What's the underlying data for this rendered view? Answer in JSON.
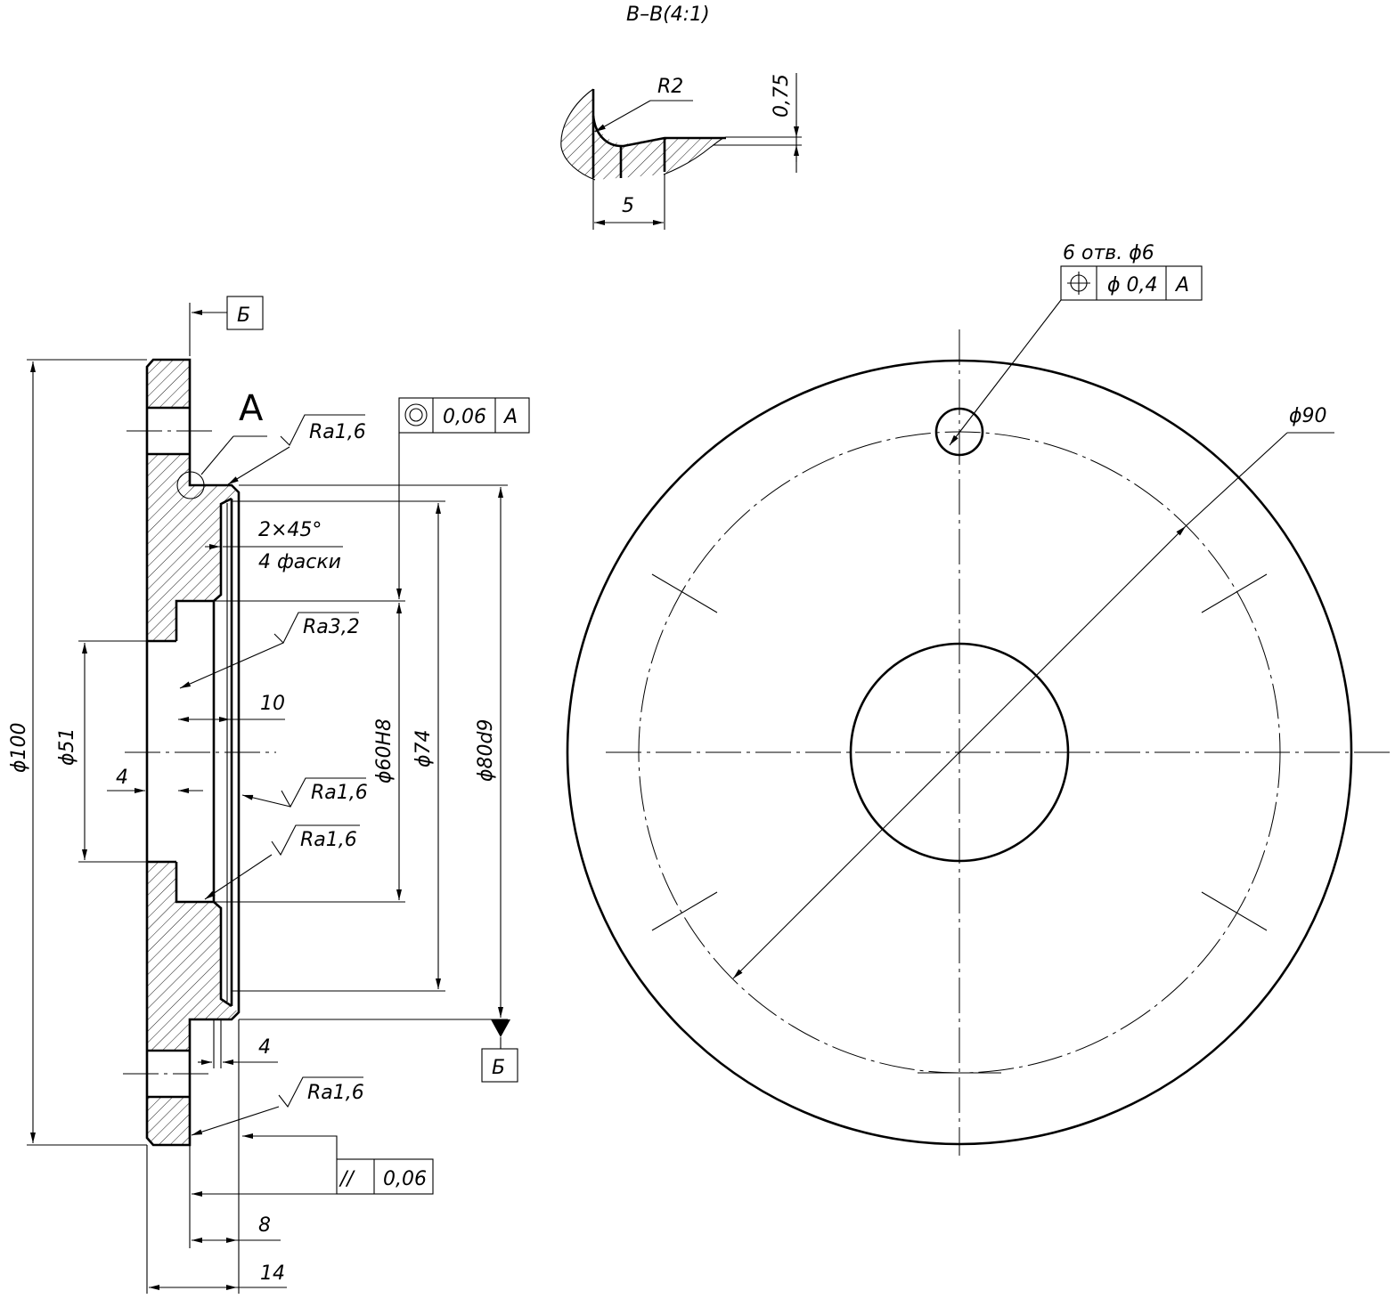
{
  "section_title": "В–В(4:1)",
  "detail": {
    "radius": "R2",
    "depth": "0,75",
    "width": "5"
  },
  "section_marker": {
    "letter": "Б"
  },
  "detail_marker": {
    "letter": "А"
  },
  "datum_a_label": "А",
  "side_view": {
    "dims": {
      "d100": "ϕ100",
      "d51": "ϕ51",
      "d60h8": "ϕ60Н8",
      "d74": "ϕ74",
      "d80d9": "ϕ80d9",
      "w4_left": "4",
      "w10": "10",
      "w4_bottom": "4",
      "w8": "8",
      "w14": "14"
    },
    "chamfer": {
      "size": "2×45°",
      "note": "4 фаски"
    },
    "roughness": {
      "r1": "Ra1,6",
      "r2": "Ra3,2",
      "r3": "Ra1,6",
      "r4": "Ra1,6",
      "r5": "Ra1,6"
    },
    "runout_frame": {
      "value": "0,06",
      "datum": "А"
    },
    "parallel_frame": {
      "symbol": "//",
      "value": "0,06"
    }
  },
  "front_view": {
    "holes_note": "6 отв. ϕ6",
    "position_frame": {
      "value": "ϕ 0,4",
      "datum": "А"
    },
    "d90": "ϕ90"
  }
}
